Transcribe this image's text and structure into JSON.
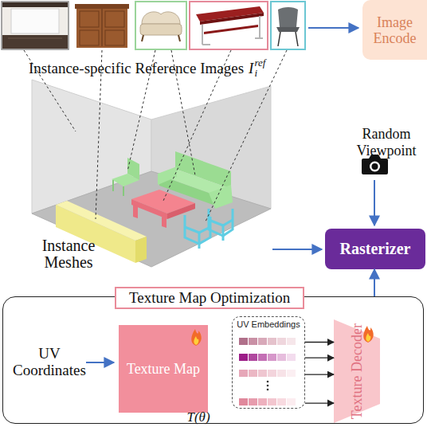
{
  "diagram": {
    "nodes": [
      {
        "text": [
          "Image Encode"
        ]
      },
      {
        "text": [
          "Rasterizer"
        ]
      },
      {
        "text": [
          "Texture Map Optimization"
        ]
      },
      {
        "text": [
          "Texture Map"
        ],
        "in": 2
      },
      {
        "text": [
          "UV Embeddings"
        ],
        "in": 2
      },
      {
        "text": [
          "Texture Decoder"
        ],
        "in": 2
      }
    ],
    "edges": [
      {
        "from": 4,
        "to": 5,
        "arrow": "to"
      },
      {
        "from": 4,
        "to": 5,
        "arrow": "to"
      },
      {
        "from": 4,
        "to": 5,
        "arrow": "to"
      },
      {
        "from": 4,
        "to": 5,
        "arrow": "to"
      },
      {
        "from": 2,
        "to": 1,
        "arrow": "to"
      }
    ],
    "labels": [
      "Instance-specific Reference Images",
      "I",
      "i",
      "ref",
      "Random Viewpoint",
      "Instance Meshes",
      "UV Coordinates",
      "T(θ)"
    ]
  }
}
